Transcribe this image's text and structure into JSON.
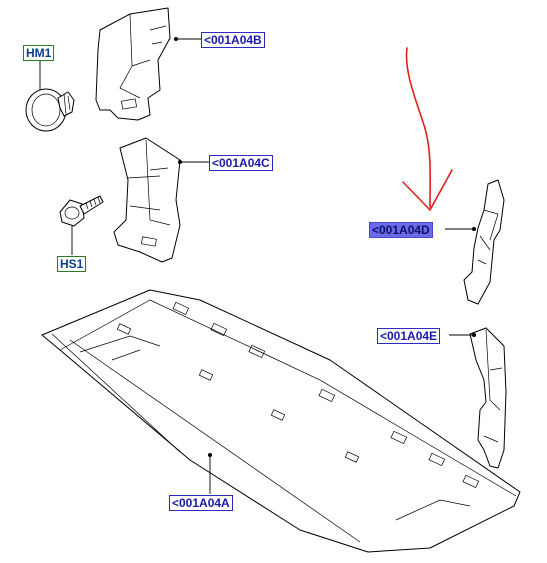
{
  "labels": {
    "hm1": "HM1",
    "hs1": "HS1",
    "b": "<001A04B",
    "c": "<001A04C",
    "d": "<001A04D",
    "e": "<001A04E",
    "a": "<001A04A"
  },
  "colors": {
    "label_border": "#2b2bc4",
    "label_text": "#1a1aa8",
    "fastener_border": "#2c7a2c",
    "selected_fill": "#6b6bea",
    "annotation_arrow": "#e02020"
  }
}
